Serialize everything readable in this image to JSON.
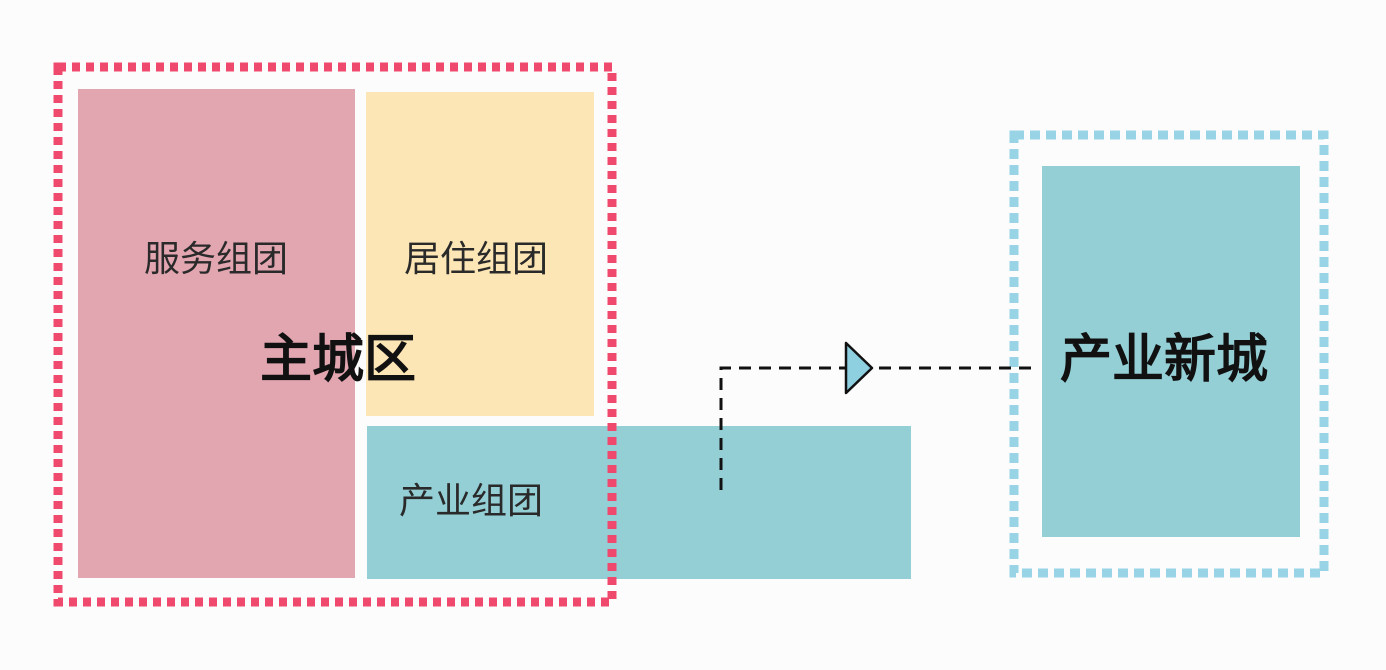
{
  "colors": {
    "service": "#e2a6b1",
    "residential": "#fde6b5",
    "industrial": "#94cfd6",
    "main_border": "#ef4a6e",
    "new_border": "#98d4e6",
    "arrow_fill": "#8ecfe0"
  },
  "labels": {
    "service": "服务组团",
    "residential": "居住组团",
    "industrial": "产业组团",
    "main_city": "主城区",
    "new_city": "产业新城"
  }
}
